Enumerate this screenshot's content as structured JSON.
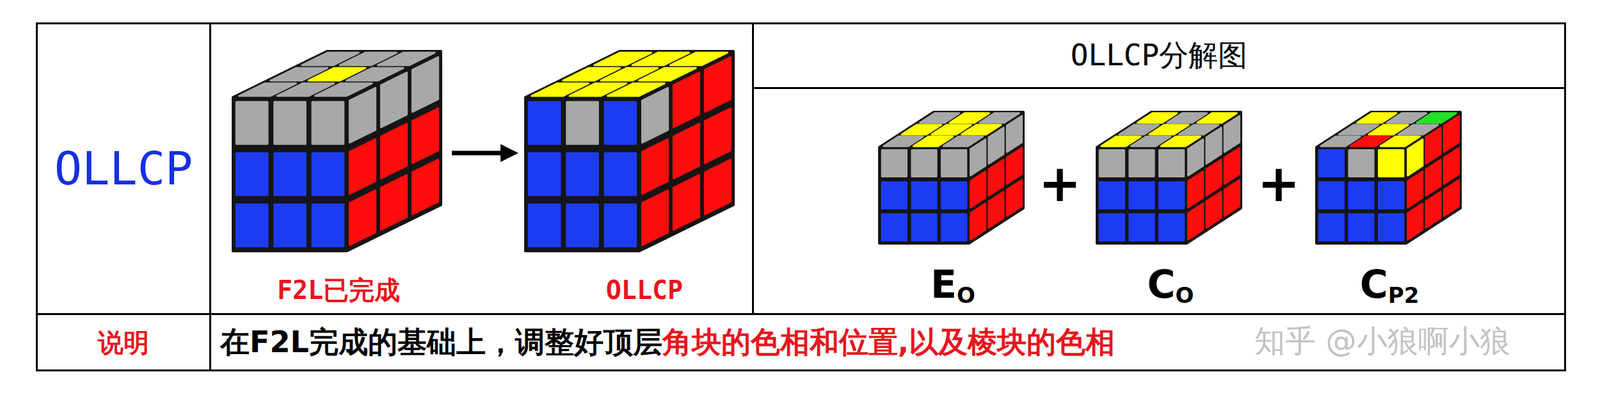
{
  "diagram": {
    "nodes": [
      {
        "text": [
          "OLLCP"
        ]
      },
      {
        "text": [
          "F2L已完成",
          "OLLCP"
        ]
      },
      {
        "text": [
          "OLLCP分解图"
        ]
      },
      {
        "text": [
          "E",
          "O",
          "C",
          "O",
          "C",
          "P2"
        ]
      },
      {
        "text": [
          "说明"
        ]
      },
      {
        "text": [
          "在F2L完成的基础上，调整好顶层",
          "角块的色相和位置,以及棱块的色相"
        ]
      }
    ],
    "labels": [
      "+",
      "+",
      "知乎 @小狼啊小狼"
    ]
  }
}
